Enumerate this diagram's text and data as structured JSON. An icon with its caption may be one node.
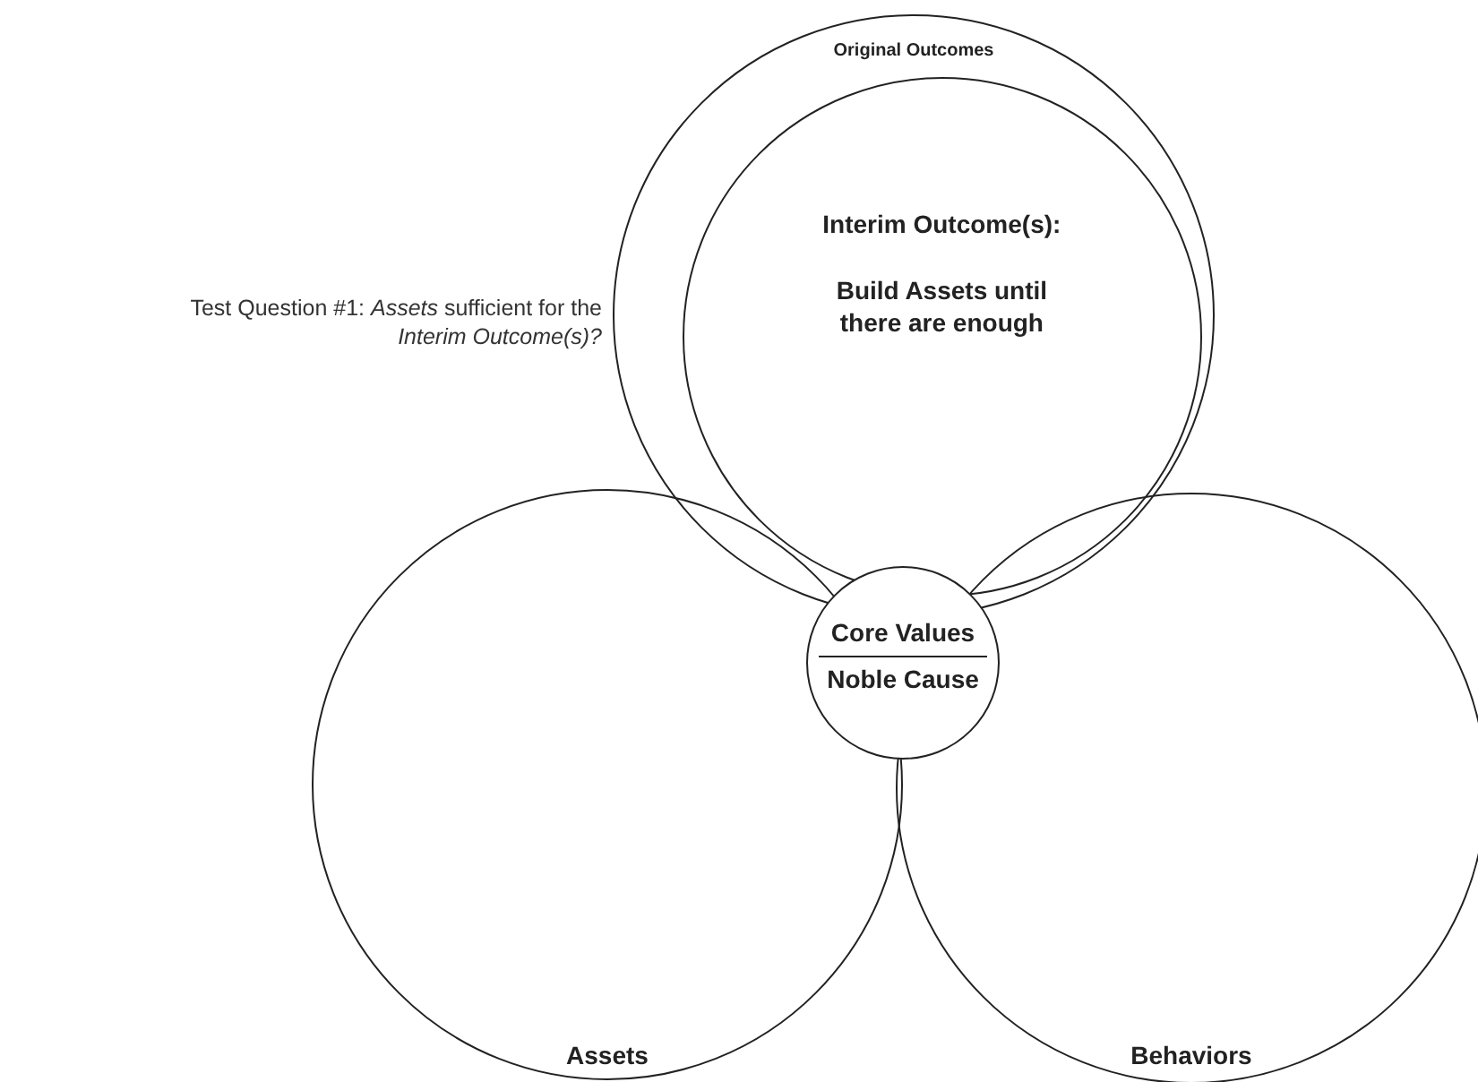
{
  "diagram": {
    "nodes": [
      {
        "text": [
          "Original Outcomes"
        ]
      },
      {
        "text": [
          "Interim Outcome(s):",
          "Build Assets until there are enough"
        ],
        "in": 0
      },
      {
        "text": [
          "Assets"
        ]
      },
      {
        "text": [
          "Behaviors"
        ]
      },
      {
        "text": [
          "Core Values",
          "Noble Cause"
        ]
      }
    ],
    "labels": [
      "Test Question #1: *Assets* sufficient for the *Interim Outcome(s)?*"
    ]
  }
}
